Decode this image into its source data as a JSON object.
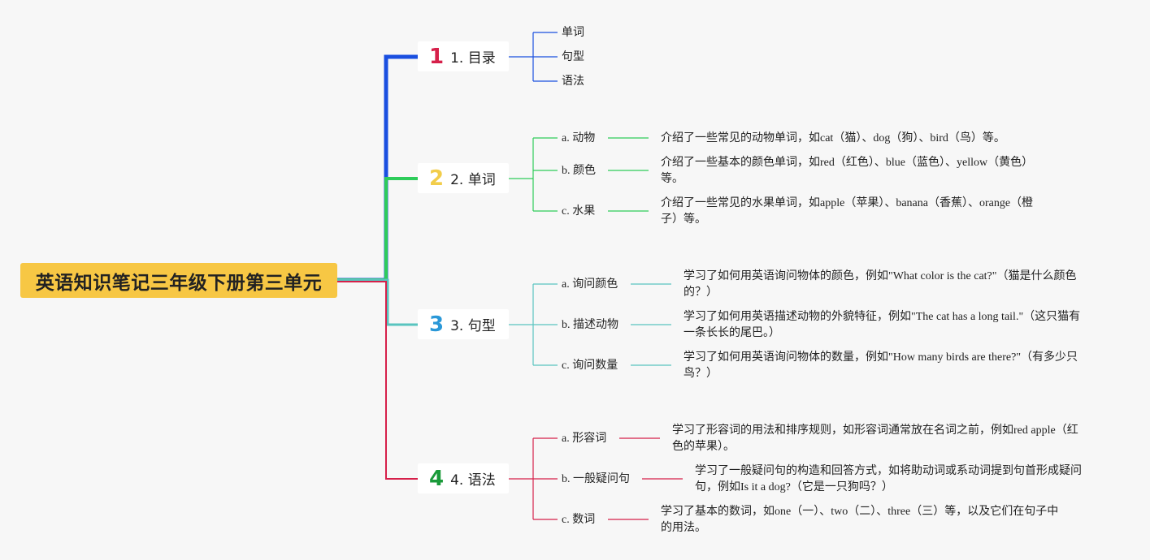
{
  "root": {
    "title": "英语知识笔记三年级下册第三单元"
  },
  "colors": {
    "b1": "#1a4fe0",
    "b2": "#2ecc5a",
    "b3": "#59c4bf",
    "b4": "#d6204a",
    "n1": "#d6204a",
    "n2": "#f2cd4a",
    "n3": "#2a98d8",
    "n4": "#1a9a3a"
  },
  "branches": [
    {
      "num": "1",
      "label": "1. 目录",
      "leaves": [
        {
          "label": "单词",
          "desc": ""
        },
        {
          "label": "句型",
          "desc": ""
        },
        {
          "label": "语法",
          "desc": ""
        }
      ]
    },
    {
      "num": "2",
      "label": "2. 单词",
      "leaves": [
        {
          "label": "a. 动物",
          "desc": "介绍了一些常见的动物单词，如cat（猫）、dog（狗）、bird（鸟）等。"
        },
        {
          "label": "b. 颜色",
          "desc": "介绍了一些基本的颜色单词，如red（红色）、blue（蓝色）、yellow（黄色）等。"
        },
        {
          "label": "c. 水果",
          "desc": "介绍了一些常见的水果单词，如apple（苹果）、banana（香蕉）、orange（橙子）等。"
        }
      ]
    },
    {
      "num": "3",
      "label": "3. 句型",
      "leaves": [
        {
          "label": "a. 询问颜色",
          "desc": "学习了如何用英语询问物体的颜色，例如\"What color is the cat?\"（猫是什么颜色的？）"
        },
        {
          "label": "b. 描述动物",
          "desc": "学习了如何用英语描述动物的外貌特征，例如\"The cat has a long tail.\"（这只猫有一条长长的尾巴。）"
        },
        {
          "label": "c. 询问数量",
          "desc": "学习了如何用英语询问物体的数量，例如\"How many birds are there?\"（有多少只鸟？）"
        }
      ]
    },
    {
      "num": "4",
      "label": "4. 语法",
      "leaves": [
        {
          "label": "a. 形容词",
          "desc": "学习了形容词的用法和排序规则，如形容词通常放在名词之前，例如red apple（红色的苹果）。"
        },
        {
          "label": "b. 一般疑问句",
          "desc": "学习了一般疑问句的构造和回答方式，如将助动词或系动词提到句首形成疑问句，例如Is it a dog?（它是一只狗吗？）"
        },
        {
          "label": "c. 数词",
          "desc": "学习了基本的数词，如one（一）、two（二）、three（三）等，以及它们在句子中的用法。"
        }
      ]
    }
  ]
}
